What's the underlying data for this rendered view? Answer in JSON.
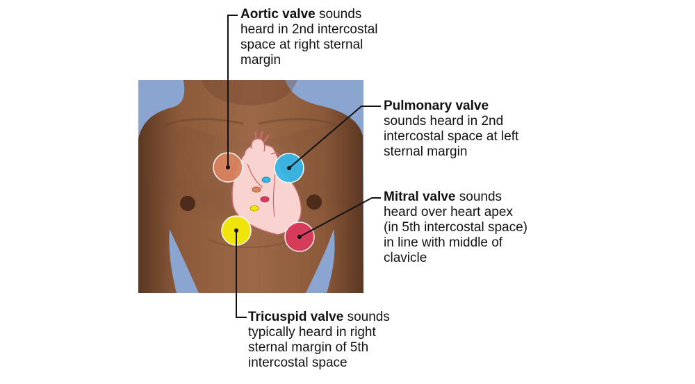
{
  "colors": {
    "background": "#ffffff",
    "photo_backdrop": "#8aa5cf",
    "skin": "#93603f",
    "aortic": "#d9825f",
    "pulmonary": "#37b6e6",
    "mitral": "#db3a5c",
    "tricuspid": "#f1e40a",
    "heart": "#f8d3cf",
    "leader_line": "#111111"
  },
  "labels": {
    "aortic": {
      "bold": "Aortic valve",
      "rest": " sounds",
      "lines": [
        "heard in 2nd intercostal",
        "space at right sternal",
        "margin"
      ]
    },
    "pulmonary": {
      "bold": "Pulmonary valve",
      "rest": "",
      "lines": [
        "sounds heard in 2nd",
        "intercostal space at left",
        "sternal margin"
      ]
    },
    "mitral": {
      "bold": "Mitral valve",
      "rest": " sounds",
      "lines": [
        "heard over heart apex",
        "(in 5th intercostal space)",
        "in line with middle of",
        "clavicle"
      ]
    },
    "tricuspid": {
      "bold": "Tricuspid valve",
      "rest": " sounds",
      "lines": [
        "typically heard in right",
        "sternal margin of 5th",
        "intercostal space"
      ]
    }
  }
}
